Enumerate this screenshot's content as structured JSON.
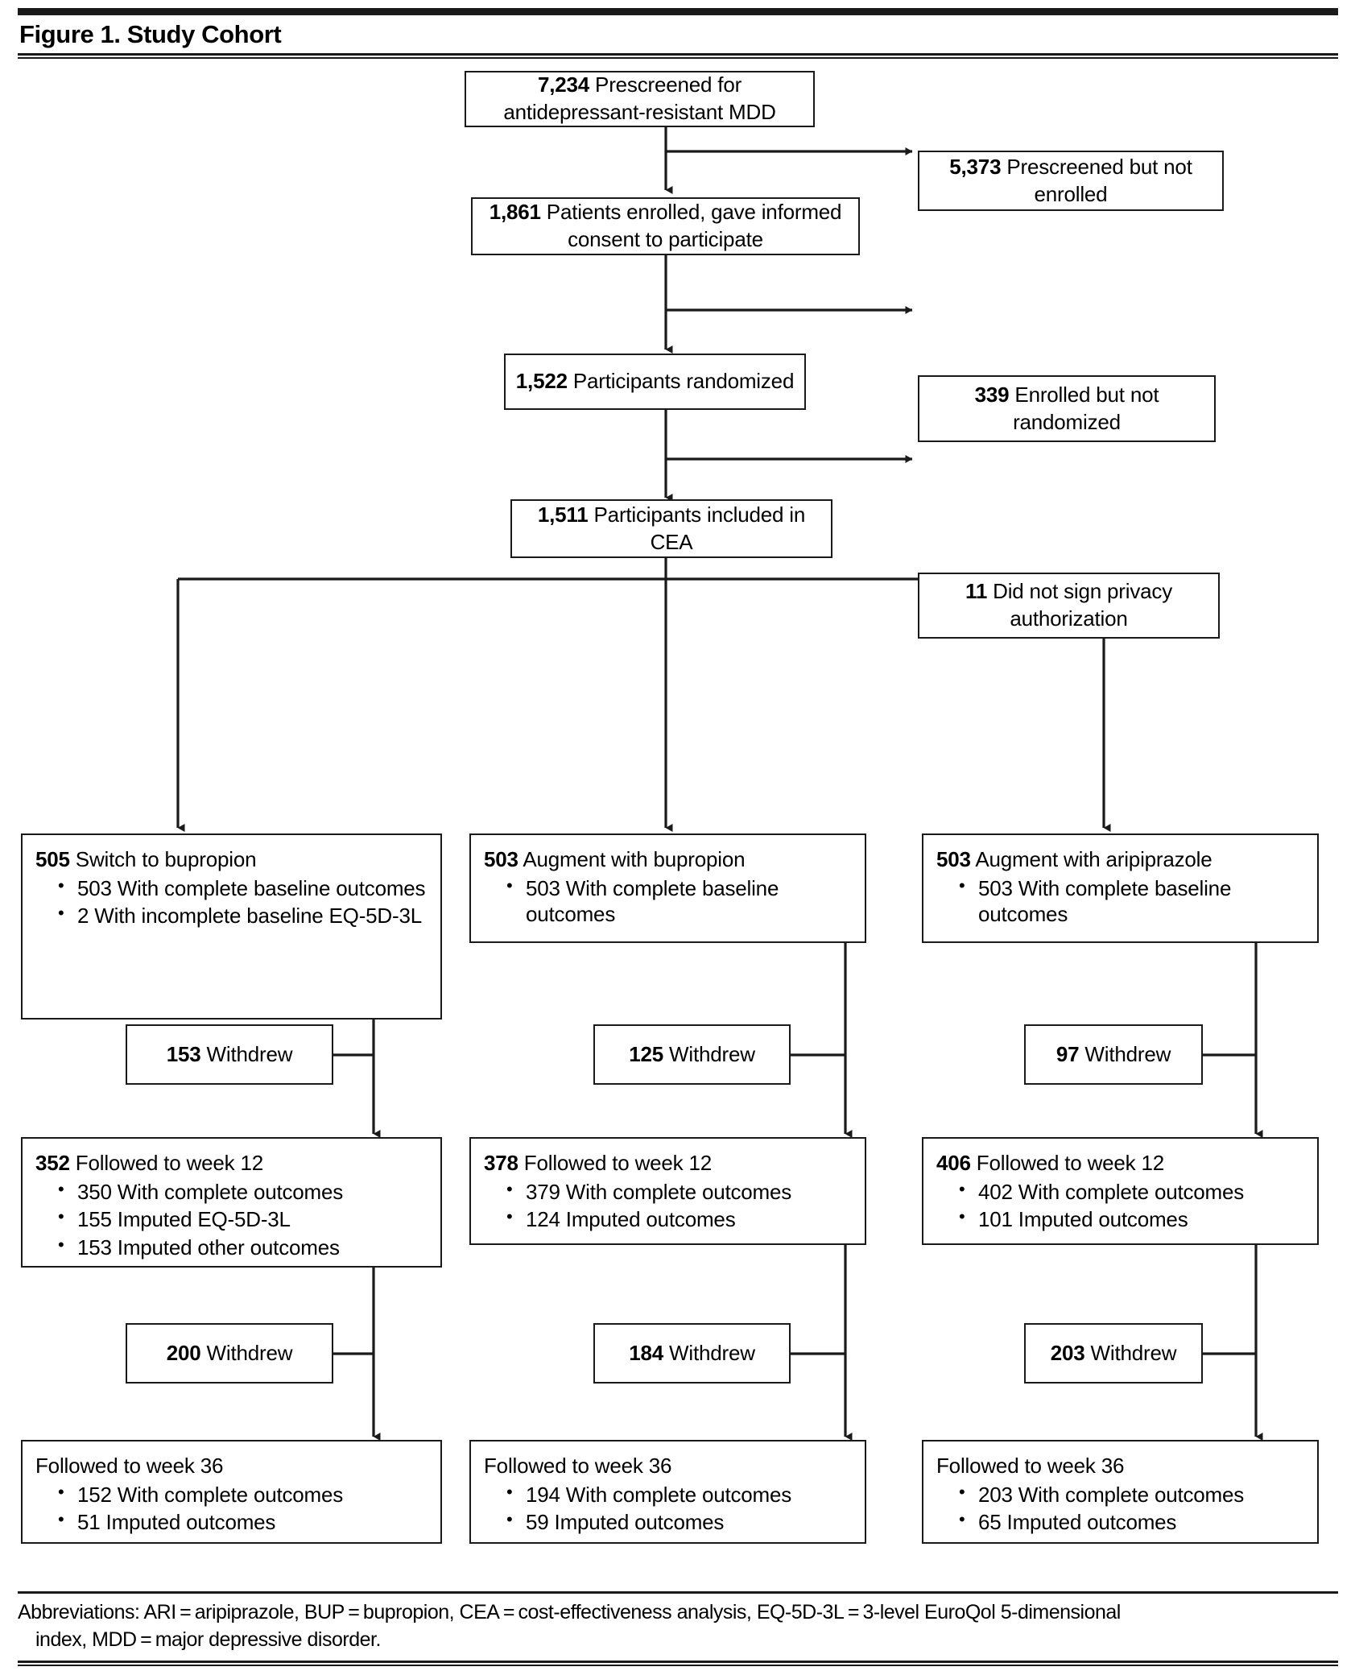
{
  "figure": {
    "title": "Figure 1. Study Cohort",
    "abbreviations_line1": "Abbreviations: ARI = aripiprazole, BUP = bupropion, CEA = cost-effectiveness analysis, EQ-5D-3L = 3-level EuroQol 5-dimensional",
    "abbreviations_line2": "index, MDD = major depressive disorder."
  },
  "nodes": {
    "prescreened": {
      "count": "7,234",
      "text": " Prescreened for antidepressant-resistant MDD"
    },
    "not_enrolled": {
      "count": "5,373",
      "text": " Prescreened but not enrolled"
    },
    "enrolled": {
      "count": "1,861",
      "text": " Patients enrolled, gave informed consent to participate"
    },
    "not_randomized": {
      "count": "339",
      "text": "  Enrolled but not randomized"
    },
    "randomized": {
      "count": "1,522",
      "text": " Participants randomized"
    },
    "no_privacy": {
      "count": "11",
      "text": " Did not sign privacy authorization"
    },
    "included_cea": {
      "count": "1,511",
      "text": " Participants included in CEA"
    }
  },
  "arms": [
    {
      "id": "switch-bupropion",
      "baseline": {
        "count": "505",
        "label": " Switch to bupropion",
        "bullets": [
          "503 With complete baseline outcomes",
          "2 With incomplete baseline EQ-5D-3L"
        ]
      },
      "withdrew_1": {
        "count": "153",
        "label": " Withdrew"
      },
      "week12": {
        "count": "352",
        "label": " Followed to week 12",
        "bullets": [
          "350 With complete outcomes",
          "155 Imputed EQ-5D-3L",
          "153 Imputed other outcomes"
        ]
      },
      "withdrew_2": {
        "count": "200",
        "label": " Withdrew"
      },
      "week36": {
        "label": "Followed to week 36",
        "bullets": [
          "152 With complete outcomes",
          "51 Imputed outcomes"
        ]
      }
    },
    {
      "id": "augment-bupropion",
      "baseline": {
        "count": "503",
        "label": " Augment with bupropion",
        "bullets": [
          "503 With complete baseline outcomes"
        ]
      },
      "withdrew_1": {
        "count": "125",
        "label": " Withdrew"
      },
      "week12": {
        "count": "378",
        "label": " Followed to week 12",
        "bullets": [
          "379 With complete outcomes",
          "124 Imputed outcomes"
        ]
      },
      "withdrew_2": {
        "count": "184",
        "label": " Withdrew"
      },
      "week36": {
        "label": "Followed to week 36",
        "bullets": [
          "194 With complete outcomes",
          "59 Imputed outcomes"
        ]
      }
    },
    {
      "id": "augment-aripiprazole",
      "baseline": {
        "count": "503",
        "label": " Augment with aripiprazole",
        "bullets": [
          "503 With complete baseline outcomes"
        ]
      },
      "withdrew_1": {
        "count": "97",
        "label": " Withdrew"
      },
      "week12": {
        "count": "406",
        "label": " Followed to week 12",
        "bullets": [
          "402 With complete outcomes",
          "101 Imputed outcomes"
        ]
      },
      "withdrew_2": {
        "count": "203",
        "label": " Withdrew"
      },
      "week36": {
        "label": "Followed to week 36",
        "bullets": [
          "203 With complete outcomes",
          "65 Imputed outcomes"
        ]
      }
    }
  ],
  "colors": {
    "stroke": "#1a1a1a",
    "background": "#ffffff"
  }
}
